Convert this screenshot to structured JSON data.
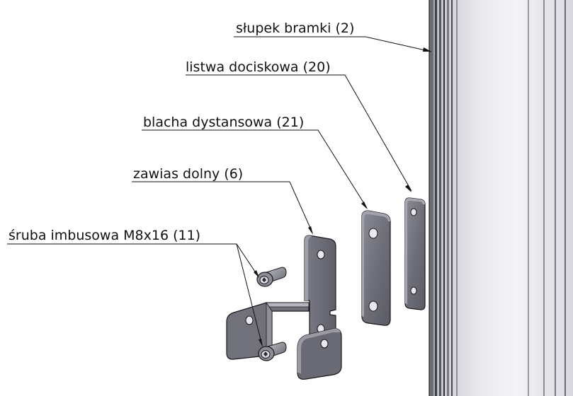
{
  "diagram": {
    "labels": {
      "post": "słupek bramki (2)",
      "pressure_strip": "listwa dociskowa (20)",
      "spacer_plate": "blacha dystansowa (21)",
      "lower_hinge": "zawias dolny (6)",
      "bolts": "śruba imbusowa M8x16 (11)"
    }
  }
}
